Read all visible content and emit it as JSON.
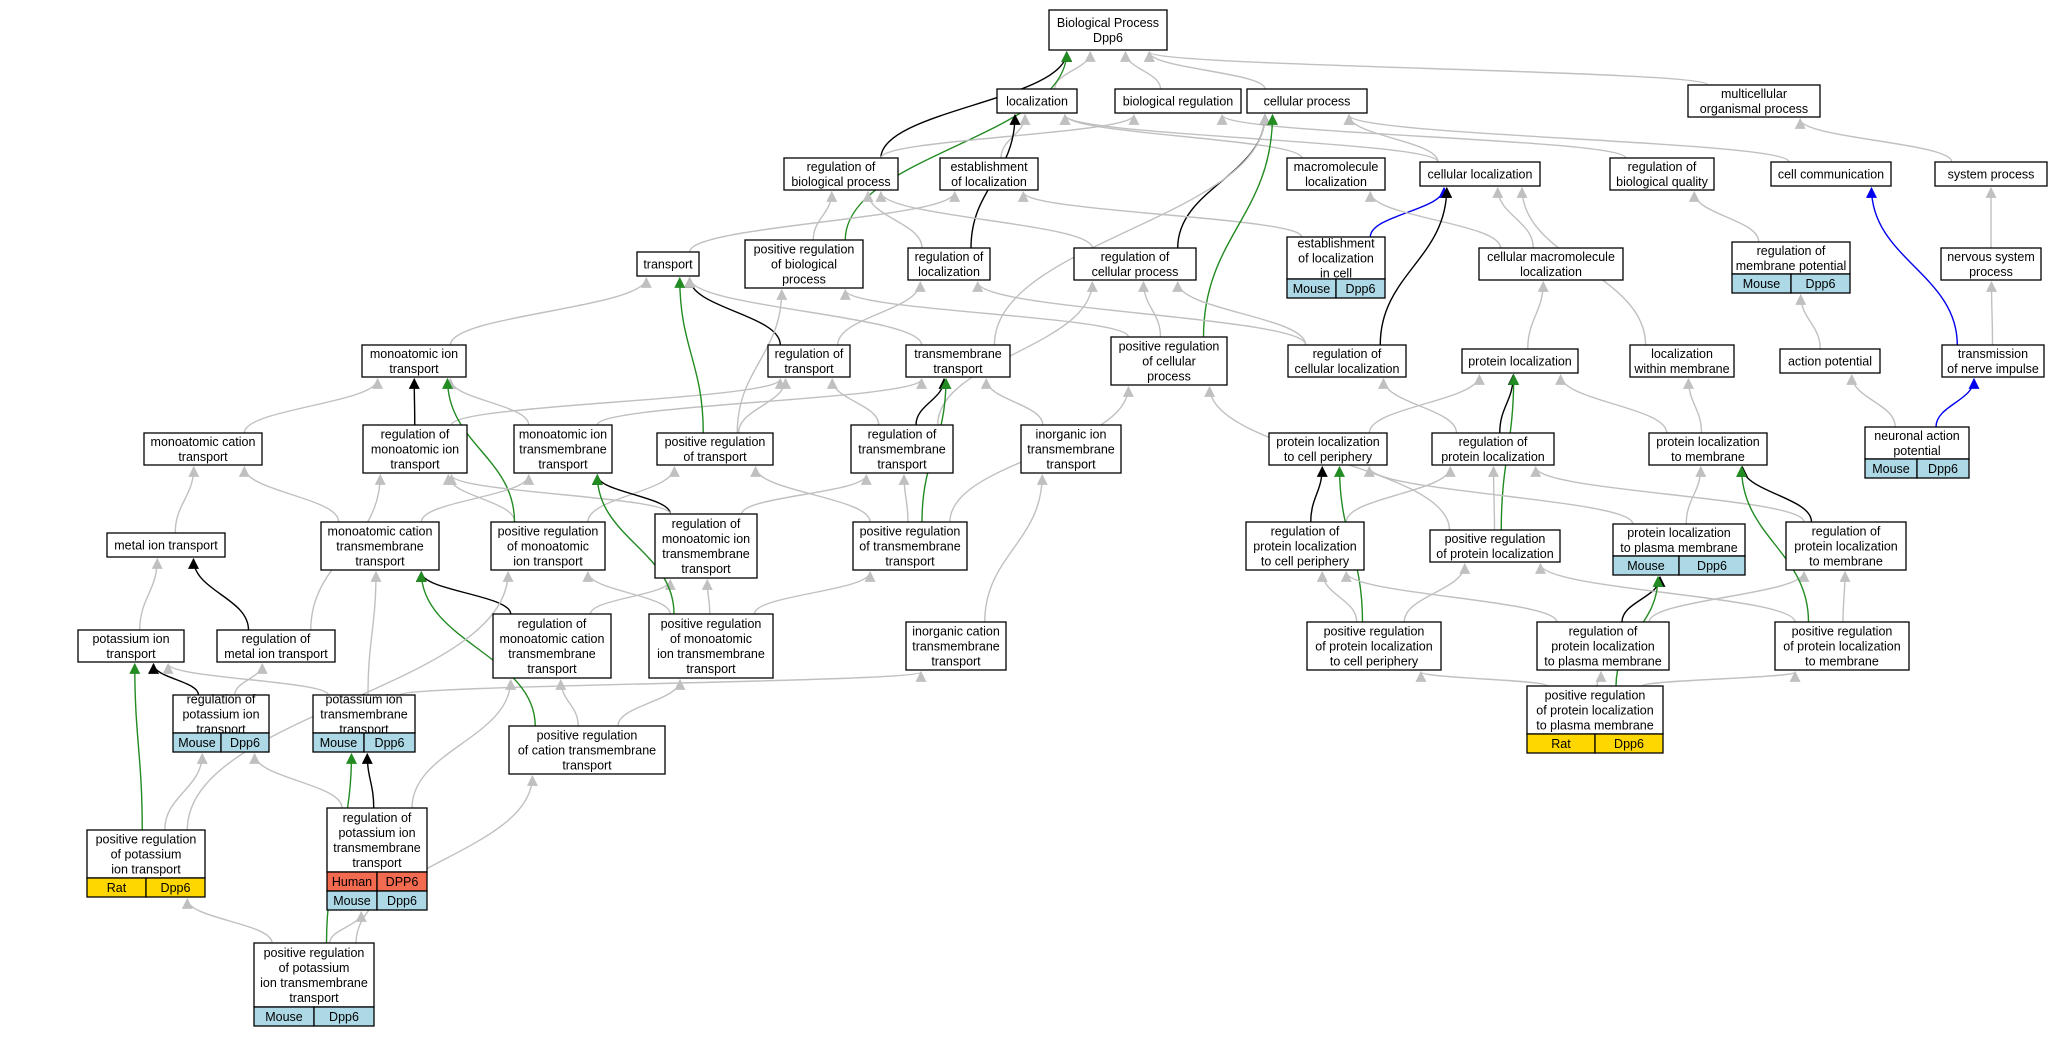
{
  "colors": {
    "gray": "#c0c0c0",
    "black": "#000000",
    "green": "#228b22",
    "blue": "#0000ee",
    "mouse": "#add8e6",
    "rat": "#ffd700",
    "human": "#f26a4f"
  },
  "nodes": {
    "bp": [
      "Biological Process",
      "Dpp6"
    ],
    "loc": [
      "localization"
    ],
    "bioreg": [
      "biological regulation"
    ],
    "cellproc": [
      "cellular process"
    ],
    "multi": [
      "multicellular",
      "organismal process"
    ],
    "regbio": [
      "regulation of",
      "biological process"
    ],
    "estloc": [
      "establishment",
      "of localization"
    ],
    "macroloc": [
      "macromolecule",
      "localization"
    ],
    "cellloc": [
      "cellular localization"
    ],
    "regbioq": [
      "regulation of",
      "biological quality"
    ],
    "cellcomm": [
      "cell communication"
    ],
    "sysproc": [
      "system process"
    ],
    "transport": [
      "transport"
    ],
    "posregbio": [
      "positive regulation",
      "of biological",
      "process"
    ],
    "regloc": [
      "regulation of",
      "localization"
    ],
    "regcell": [
      "regulation of",
      "cellular process"
    ],
    "estcell": [
      "establishment",
      "of localization",
      "in cell"
    ],
    "cellmacro": [
      "cellular macromolecule",
      "localization"
    ],
    "regmemb": [
      "regulation of",
      "membrane potential"
    ],
    "nervsys": [
      "nervous system",
      "process"
    ],
    "monoion": [
      "monoatomic ion",
      "transport"
    ],
    "regtrans": [
      "regulation of",
      "transport"
    ],
    "tmtrans": [
      "transmembrane",
      "transport"
    ],
    "posregcell": [
      "positive regulation",
      "of cellular",
      "process"
    ],
    "regcellloc": [
      "regulation of",
      "cellular localization"
    ],
    "protloc": [
      "protein localization"
    ],
    "locmemb": [
      "localization",
      "within membrane"
    ],
    "actpot": [
      "action potential"
    ],
    "transnerve": [
      "transmission",
      "of nerve impulse"
    ],
    "monocat": [
      "monoatomic cation",
      "transport"
    ],
    "regmonoion": [
      "regulation of",
      "monoatomic ion",
      "transport"
    ],
    "monoiontm": [
      "monoatomic ion",
      "transmembrane",
      "transport"
    ],
    "posregtrans": [
      "positive regulation",
      "of transport"
    ],
    "regtmtrans": [
      "regulation of",
      "transmembrane",
      "transport"
    ],
    "inorgion": [
      "inorganic ion",
      "transmembrane",
      "transport"
    ],
    "protlocperi": [
      "protein localization",
      "to cell periphery"
    ],
    "regprotloc": [
      "regulation of",
      "protein localization"
    ],
    "protlocmemb": [
      "protein localization",
      "to membrane"
    ],
    "neuronap": [
      "neuronal action",
      "potential"
    ],
    "metalion": [
      "metal ion transport"
    ],
    "monocattm": [
      "monoatomic cation",
      "transmembrane",
      "transport"
    ],
    "posregmono": [
      "positive regulation",
      "of monoatomic",
      "ion transport"
    ],
    "regmonoiontm": [
      "regulation of",
      "monoatomic ion",
      "transmembrane",
      "transport"
    ],
    "posregtm": [
      "positive regulation",
      "of transmembrane",
      "transport"
    ],
    "regprotperi": [
      "regulation of",
      "protein localization",
      "to cell periphery"
    ],
    "posregprot": [
      "positive regulation",
      "of protein localization"
    ],
    "protlocpm": [
      "protein localization",
      "to plasma membrane"
    ],
    "regprotmemb": [
      "regulation of",
      "protein localization",
      "to membrane"
    ],
    "potion": [
      "potassium ion",
      "transport"
    ],
    "regmetal": [
      "regulation of",
      "metal ion transport"
    ],
    "regmonocattm": [
      "regulation of",
      "monoatomic cation",
      "transmembrane",
      "transport"
    ],
    "posregmonotm": [
      "positive regulation",
      "of monoatomic",
      "ion transmembrane",
      "transport"
    ],
    "inorgcat": [
      "inorganic cation",
      "transmembrane",
      "transport"
    ],
    "posregperi": [
      "positive regulation",
      "of protein localization",
      "to cell periphery"
    ],
    "regprotpm": [
      "regulation of",
      "protein localization",
      "to plasma membrane"
    ],
    "posregprotmemb": [
      "positive regulation",
      "of protein localization",
      "to membrane"
    ],
    "regpot": [
      "regulation of",
      "potassium ion",
      "transport"
    ],
    "pottm": [
      "potassium ion",
      "transmembrane",
      "transport"
    ],
    "posregcattm": [
      "positive regulation",
      "of cation transmembrane",
      "transport"
    ],
    "posregprotpm": [
      "positive regulation",
      "of protein localization",
      "to plasma membrane"
    ],
    "posregpot": [
      "positive regulation",
      "of potassium",
      "ion transport"
    ],
    "regpottm": [
      "regulation of",
      "potassium ion",
      "transmembrane",
      "transport"
    ],
    "posregpottm": [
      "positive regulation",
      "of potassium",
      "ion transmembrane",
      "transport"
    ]
  },
  "annotations": {
    "estcell": [
      [
        "Mouse",
        "Dpp6"
      ]
    ],
    "regmemb": [
      [
        "Mouse",
        "Dpp6"
      ]
    ],
    "neuronap": [
      [
        "Mouse",
        "Dpp6"
      ]
    ],
    "protlocpm": [
      [
        "Mouse",
        "Dpp6"
      ]
    ],
    "regpot": [
      [
        "Mouse",
        "Dpp6"
      ]
    ],
    "pottm": [
      [
        "Mouse",
        "Dpp6"
      ]
    ],
    "posregprotpm": [
      [
        "Rat",
        "Dpp6"
      ]
    ],
    "posregpot": [
      [
        "Rat",
        "Dpp6"
      ]
    ],
    "regpottm": [
      [
        "Human",
        "DPP6"
      ],
      [
        "Mouse",
        "Dpp6"
      ]
    ],
    "posregpottm": [
      [
        "Mouse",
        "Dpp6"
      ]
    ]
  },
  "edges": [
    [
      "loc",
      "bp",
      "gray"
    ],
    [
      "bioreg",
      "bp",
      "gray"
    ],
    [
      "cellproc",
      "bp",
      "gray"
    ],
    [
      "multi",
      "bp",
      "gray"
    ],
    [
      "regbio",
      "bp",
      "black"
    ],
    [
      "posregbio",
      "bp",
      "green"
    ],
    [
      "regbio",
      "bioreg",
      "gray"
    ],
    [
      "estloc",
      "loc",
      "gray"
    ],
    [
      "macroloc",
      "loc",
      "gray"
    ],
    [
      "cellloc",
      "cellproc",
      "gray"
    ],
    [
      "cellloc",
      "loc",
      "gray"
    ],
    [
      "regbioq",
      "bioreg",
      "gray"
    ],
    [
      "cellcomm",
      "cellproc",
      "gray"
    ],
    [
      "sysproc",
      "multi",
      "gray"
    ],
    [
      "transport",
      "estloc",
      "gray"
    ],
    [
      "posregbio",
      "regbio",
      "gray"
    ],
    [
      "regloc",
      "regbio",
      "gray"
    ],
    [
      "regloc",
      "loc",
      "black"
    ],
    [
      "regcell",
      "regbio",
      "gray"
    ],
    [
      "regcell",
      "cellproc",
      "black"
    ],
    [
      "estcell",
      "estloc",
      "gray"
    ],
    [
      "estcell",
      "cellloc",
      "blue"
    ],
    [
      "cellmacro",
      "macroloc",
      "gray"
    ],
    [
      "cellmacro",
      "cellloc",
      "gray"
    ],
    [
      "regmemb",
      "regbioq",
      "gray"
    ],
    [
      "nervsys",
      "sysproc",
      "gray"
    ],
    [
      "monoion",
      "transport",
      "gray"
    ],
    [
      "regtrans",
      "regloc",
      "gray"
    ],
    [
      "regtrans",
      "transport",
      "black"
    ],
    [
      "tmtrans",
      "transport",
      "gray"
    ],
    [
      "tmtrans",
      "cellproc",
      "gray"
    ],
    [
      "posregcell",
      "posregbio",
      "gray"
    ],
    [
      "posregcell",
      "regcell",
      "gray"
    ],
    [
      "posregcell",
      "cellproc",
      "green"
    ],
    [
      "regcellloc",
      "regloc",
      "gray"
    ],
    [
      "regcellloc",
      "regcell",
      "gray"
    ],
    [
      "regcellloc",
      "cellloc",
      "black"
    ],
    [
      "protloc",
      "cellmacro",
      "gray"
    ],
    [
      "locmemb",
      "cellloc",
      "gray"
    ],
    [
      "actpot",
      "regmemb",
      "gray"
    ],
    [
      "transnerve",
      "nervsys",
      "gray"
    ],
    [
      "transnerve",
      "cellcomm",
      "blue"
    ],
    [
      "monocat",
      "monoion",
      "gray"
    ],
    [
      "regmonoion",
      "monoion",
      "black"
    ],
    [
      "regmonoion",
      "regtrans",
      "gray"
    ],
    [
      "monoiontm",
      "monoion",
      "gray"
    ],
    [
      "monoiontm",
      "tmtrans",
      "gray"
    ],
    [
      "posregtrans",
      "regtrans",
      "gray"
    ],
    [
      "posregtrans",
      "posregbio",
      "gray"
    ],
    [
      "posregtrans",
      "transport",
      "green"
    ],
    [
      "regtmtrans",
      "tmtrans",
      "black"
    ],
    [
      "regtmtrans",
      "regtrans",
      "gray"
    ],
    [
      "regtmtrans",
      "regcell",
      "gray"
    ],
    [
      "inorgion",
      "tmtrans",
      "gray"
    ],
    [
      "protlocperi",
      "protloc",
      "gray"
    ],
    [
      "regprotloc",
      "protloc",
      "black"
    ],
    [
      "regprotloc",
      "regcellloc",
      "gray"
    ],
    [
      "protlocmemb",
      "protloc",
      "gray"
    ],
    [
      "protlocmemb",
      "locmemb",
      "gray"
    ],
    [
      "neuronap",
      "actpot",
      "gray"
    ],
    [
      "neuronap",
      "transnerve",
      "blue"
    ],
    [
      "metalion",
      "monocat",
      "gray"
    ],
    [
      "monocattm",
      "monocat",
      "gray"
    ],
    [
      "monocattm",
      "monoiontm",
      "gray"
    ],
    [
      "posregmono",
      "regmonoion",
      "gray"
    ],
    [
      "posregmono",
      "posregtrans",
      "gray"
    ],
    [
      "posregmono",
      "monoion",
      "green"
    ],
    [
      "regmonoiontm",
      "monoiontm",
      "black"
    ],
    [
      "regmonoiontm",
      "regmonoion",
      "gray"
    ],
    [
      "regmonoiontm",
      "regtmtrans",
      "gray"
    ],
    [
      "posregtm",
      "regtmtrans",
      "gray"
    ],
    [
      "posregtm",
      "posregtrans",
      "gray"
    ],
    [
      "posregtm",
      "tmtrans",
      "green"
    ],
    [
      "posregtm",
      "posregcell",
      "gray"
    ],
    [
      "regprotperi",
      "protlocperi",
      "black"
    ],
    [
      "regprotperi",
      "regprotloc",
      "gray"
    ],
    [
      "posregprot",
      "regprotloc",
      "gray"
    ],
    [
      "posregprot",
      "protloc",
      "green"
    ],
    [
      "posregprot",
      "posregcell",
      "gray"
    ],
    [
      "protlocpm",
      "protlocperi",
      "gray"
    ],
    [
      "protlocpm",
      "protlocmemb",
      "gray"
    ],
    [
      "regprotmemb",
      "protlocmemb",
      "black"
    ],
    [
      "regprotmemb",
      "regprotloc",
      "gray"
    ],
    [
      "potion",
      "metalion",
      "gray"
    ],
    [
      "regmetal",
      "metalion",
      "black"
    ],
    [
      "regmetal",
      "regmonoion",
      "gray"
    ],
    [
      "regmonocattm",
      "monocattm",
      "black"
    ],
    [
      "regmonocattm",
      "regmonoiontm",
      "gray"
    ],
    [
      "posregmonotm",
      "regmonoiontm",
      "gray"
    ],
    [
      "posregmonotm",
      "posregmono",
      "gray"
    ],
    [
      "posregmonotm",
      "monoiontm",
      "green"
    ],
    [
      "posregmonotm",
      "posregtm",
      "gray"
    ],
    [
      "inorgcat",
      "inorgion",
      "gray"
    ],
    [
      "posregperi",
      "regprotperi",
      "gray"
    ],
    [
      "posregperi",
      "posregprot",
      "gray"
    ],
    [
      "posregperi",
      "protlocperi",
      "green"
    ],
    [
      "regprotpm",
      "protlocpm",
      "black"
    ],
    [
      "regprotpm",
      "regprotperi",
      "gray"
    ],
    [
      "regprotpm",
      "regprotmemb",
      "gray"
    ],
    [
      "posregprotmemb",
      "regprotmemb",
      "gray"
    ],
    [
      "posregprotmemb",
      "posregprot",
      "gray"
    ],
    [
      "posregprotmemb",
      "protlocmemb",
      "green"
    ],
    [
      "regpot",
      "potion",
      "black"
    ],
    [
      "regpot",
      "regmetal",
      "gray"
    ],
    [
      "pottm",
      "potion",
      "gray"
    ],
    [
      "pottm",
      "monocattm",
      "gray"
    ],
    [
      "pottm",
      "inorgcat",
      "gray"
    ],
    [
      "posregcattm",
      "regmonocattm",
      "gray"
    ],
    [
      "posregcattm",
      "posregmonotm",
      "gray"
    ],
    [
      "posregcattm",
      "monocattm",
      "green"
    ],
    [
      "posregprotpm",
      "regprotpm",
      "gray"
    ],
    [
      "posregprotpm",
      "posregperi",
      "gray"
    ],
    [
      "posregprotpm",
      "posregprotmemb",
      "gray"
    ],
    [
      "posregprotpm",
      "protlocpm",
      "green"
    ],
    [
      "posregpot",
      "regpot",
      "gray"
    ],
    [
      "posregpot",
      "potion",
      "green"
    ],
    [
      "posregpot",
      "posregmono",
      "gray"
    ],
    [
      "regpottm",
      "pottm",
      "black"
    ],
    [
      "regpottm",
      "regpot",
      "gray"
    ],
    [
      "regpottm",
      "regmonocattm",
      "gray"
    ],
    [
      "posregpottm",
      "regpottm",
      "gray"
    ],
    [
      "posregpottm",
      "posregpot",
      "gray"
    ],
    [
      "posregpottm",
      "pottm",
      "green"
    ],
    [
      "posregpottm",
      "posregcattm",
      "gray"
    ]
  ]
}
